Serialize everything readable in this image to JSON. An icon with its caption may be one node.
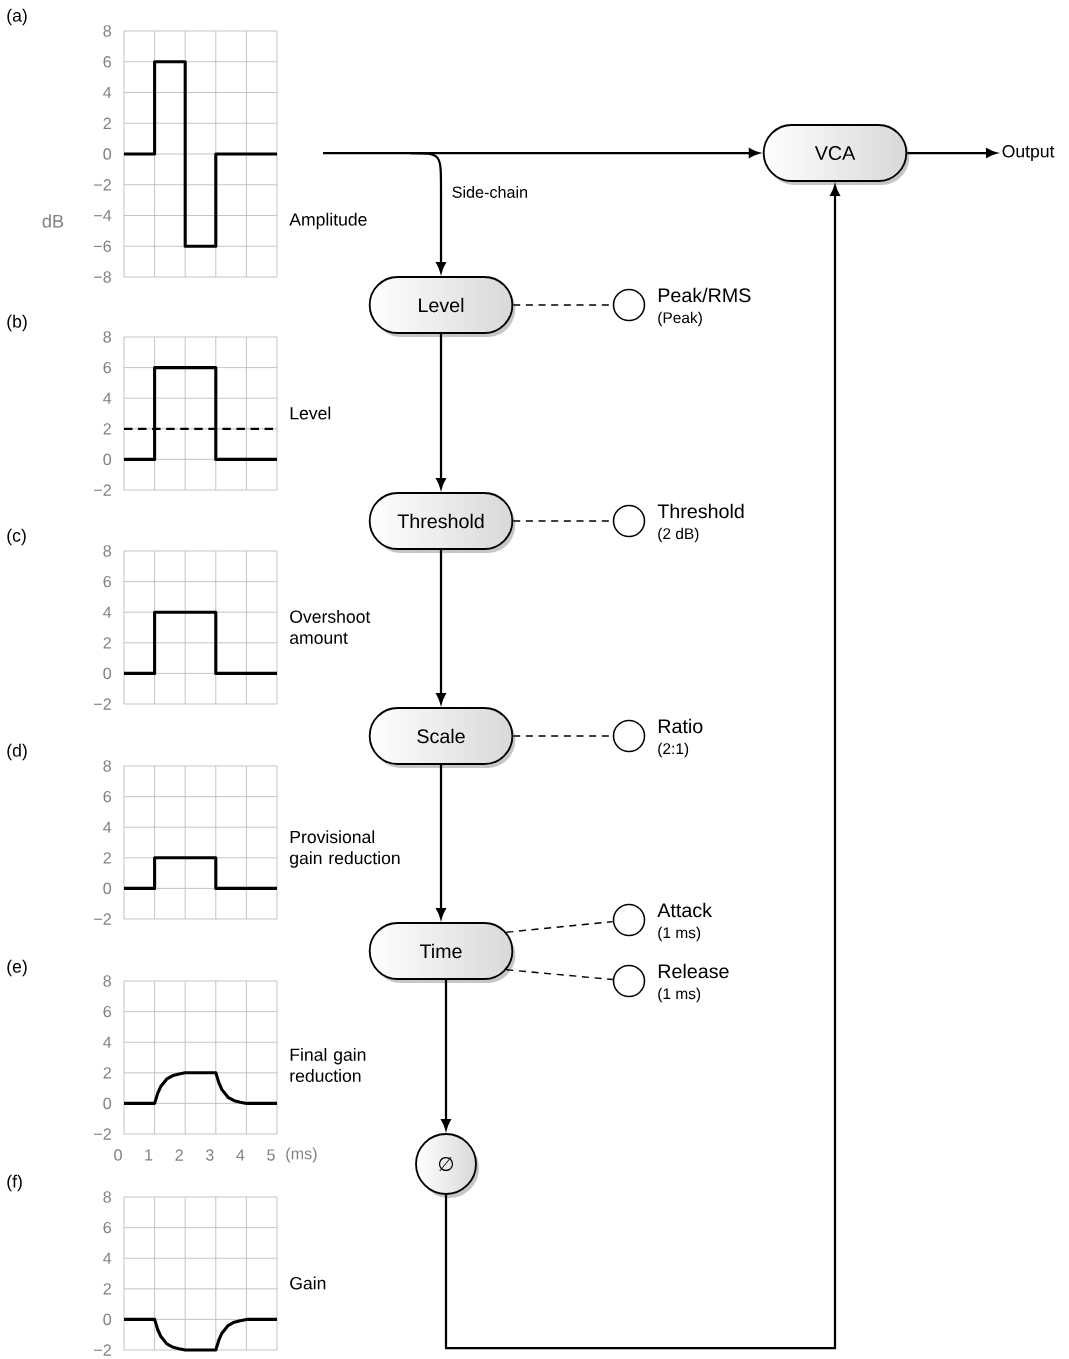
{
  "diagram": {
    "nodes": [
      {
        "text": [
          "VCA"
        ]
      },
      {
        "text": [
          "Output"
        ]
      },
      {
        "text": [
          "Level"
        ]
      },
      {
        "text": [],
        "shape": "circle",
        "beside": [
          "Peak/RMS",
          "(Peak)"
        ]
      },
      {
        "text": [
          "Threshold"
        ]
      },
      {
        "text": [],
        "shape": "circle",
        "beside": [
          "Threshold",
          "(2 dB)"
        ]
      },
      {
        "text": [
          "Scale"
        ]
      },
      {
        "text": [],
        "shape": "circle",
        "beside": [
          "Ratio",
          "(2:1)"
        ]
      },
      {
        "text": [
          "Time"
        ]
      },
      {
        "text": [],
        "shape": "circle",
        "beside": [
          "Attack",
          "(1 ms)"
        ]
      },
      {
        "text": [],
        "shape": "circle",
        "beside": [
          "Release",
          "(1 ms)"
        ]
      },
      {
        "text": [
          "∅"
        ]
      }
    ],
    "edges": [
      {
        "from": null,
        "to": 0,
        "arrow": "to"
      },
      {
        "from": null,
        "to": 2,
        "arrow": "to",
        "label": "Side-chain"
      },
      {
        "from": 0,
        "to": 1,
        "arrow": "to"
      },
      {
        "from": 2,
        "to": 4,
        "arrow": "to"
      },
      {
        "from": 4,
        "to": 6,
        "arrow": "to"
      },
      {
        "from": 6,
        "to": 8,
        "arrow": "to"
      },
      {
        "from": 8,
        "to": 11,
        "arrow": "to"
      },
      {
        "from": 11,
        "to": 0,
        "arrow": "to"
      },
      {
        "from": 2,
        "to": 3,
        "arrow": "none",
        "style": "dashed"
      },
      {
        "from": 4,
        "to": 5,
        "arrow": "none",
        "style": "dashed"
      },
      {
        "from": 6,
        "to": 7,
        "arrow": "none",
        "style": "dashed"
      },
      {
        "from": 8,
        "to": 9,
        "arrow": "none",
        "style": "dashed"
      },
      {
        "from": 8,
        "to": 10,
        "arrow": "none",
        "style": "dashed"
      }
    ],
    "chart_data": [
      {
        "type": "line",
        "grid": true,
        "title": "(a)",
        "ylabel": "dB",
        "x": [
          0,
          1,
          1,
          2,
          2,
          3,
          3,
          5
        ],
        "xlim": [
          0,
          5
        ],
        "ylim": [
          -8,
          8
        ],
        "yticks": [
          -8,
          -6,
          -4,
          -2,
          0,
          2,
          4,
          6,
          8
        ],
        "series": [
          {
            "name": "Amplitude",
            "color": "#000000",
            "values": [
              0,
              0,
              6,
              6,
              -6,
              -6,
              0,
              0
            ]
          }
        ]
      },
      {
        "type": "line",
        "grid": true,
        "title": "(b)",
        "x": [
          0,
          1,
          1,
          3,
          3,
          5
        ],
        "xlim": [
          0,
          5
        ],
        "ylim": [
          -2,
          8
        ],
        "yticks": [
          -2,
          0,
          2,
          4,
          6,
          8
        ],
        "series": [
          {
            "name": "Level",
            "color": "#000000",
            "values": [
              0,
              0,
              6,
              6,
              0,
              0
            ]
          },
          {
            "color": "#000000",
            "line_style": "dashed",
            "values": [
              2,
              2,
              2,
              2,
              2,
              2
            ]
          }
        ]
      },
      {
        "type": "line",
        "grid": true,
        "title": "(c)",
        "x": [
          0,
          1,
          1,
          3,
          3,
          5
        ],
        "xlim": [
          0,
          5
        ],
        "ylim": [
          -2,
          8
        ],
        "yticks": [
          -2,
          0,
          2,
          4,
          6,
          8
        ],
        "series": [
          {
            "name": "Overshoot amount",
            "color": "#000000",
            "values": [
              0,
              0,
              4,
              4,
              0,
              0
            ]
          }
        ]
      },
      {
        "type": "line",
        "grid": true,
        "title": "(d)",
        "x": [
          0,
          1,
          1,
          3,
          3,
          5
        ],
        "xlim": [
          0,
          5
        ],
        "ylim": [
          -2,
          8
        ],
        "yticks": [
          -2,
          0,
          2,
          4,
          6,
          8
        ],
        "series": [
          {
            "name": "Provisional gain reduction",
            "color": "#000000",
            "values": [
              0,
              0,
              2,
              2,
              0,
              0
            ]
          }
        ]
      },
      {
        "type": "line",
        "grid": true,
        "title": "(e)",
        "xlabel": "(ms)",
        "x": [
          0,
          1,
          1.1,
          1.2,
          1.4,
          1.6,
          1.8,
          2,
          3,
          3.1,
          3.2,
          3.4,
          3.6,
          3.8,
          4,
          5
        ],
        "xlim": [
          0,
          5
        ],
        "ylim": [
          -2,
          8
        ],
        "xticks": [
          0,
          1,
          2,
          3,
          4,
          5
        ],
        "yticks": [
          -2,
          0,
          2,
          4,
          6,
          8
        ],
        "series": [
          {
            "name": "Final gain reduction",
            "color": "#000000",
            "values": [
              0,
              0,
              0.66,
              1.1,
              1.6,
              1.82,
              1.92,
              2,
              2,
              1.34,
              0.9,
              0.4,
              0.18,
              0.08,
              0,
              0
            ]
          }
        ]
      },
      {
        "type": "line",
        "grid": true,
        "title": "(f)",
        "x": [
          0,
          1,
          1.1,
          1.2,
          1.4,
          1.6,
          1.8,
          2,
          3,
          3.1,
          3.2,
          3.4,
          3.6,
          3.8,
          4,
          5
        ],
        "xlim": [
          0,
          5
        ],
        "ylim": [
          -2,
          8
        ],
        "yticks": [
          -2,
          0,
          2,
          4,
          6,
          8
        ],
        "series": [
          {
            "name": "Gain",
            "color": "#000000",
            "values": [
              0,
              0,
              -0.66,
              -1.1,
              -1.6,
              -1.82,
              -1.92,
              -2,
              -2,
              -1.34,
              -0.9,
              -0.4,
              -0.18,
              -0.08,
              0,
              0
            ]
          }
        ]
      }
    ]
  }
}
